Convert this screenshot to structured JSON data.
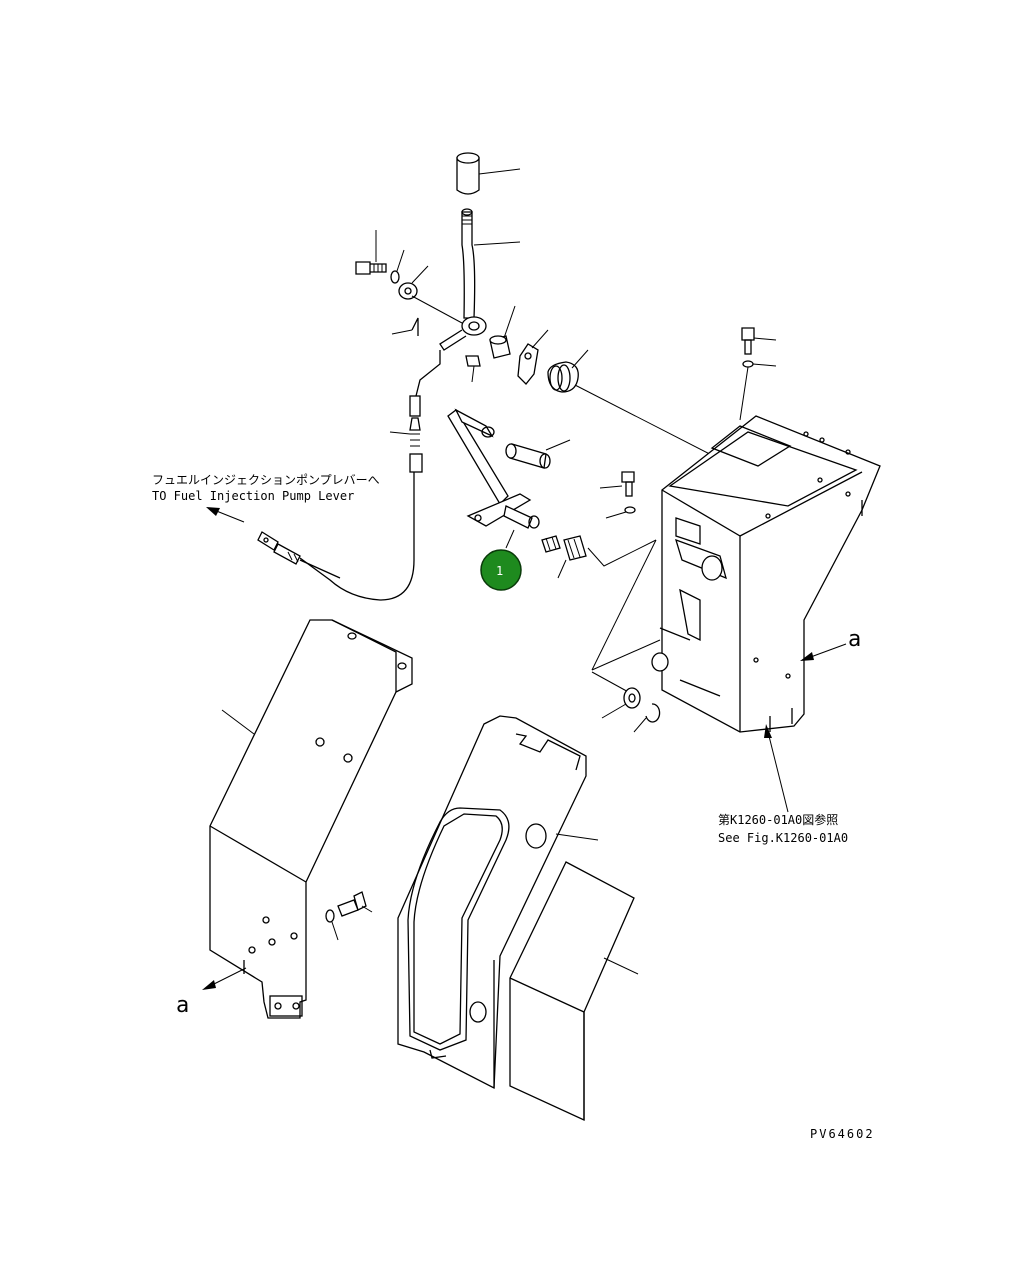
{
  "labels": {
    "fuel_jp": "フュエルインジェクションポンプレバーへ",
    "fuel_en": "TO Fuel Injection Pump Lever",
    "see_jp": "第K1260-01A0図参照",
    "see_en": "See Fig.K1260-01A0",
    "ref_a_right": "a",
    "ref_a_left": "a",
    "drawing_code": "PV64602"
  },
  "callout": {
    "number": "1",
    "color": "#1e8a1e"
  }
}
